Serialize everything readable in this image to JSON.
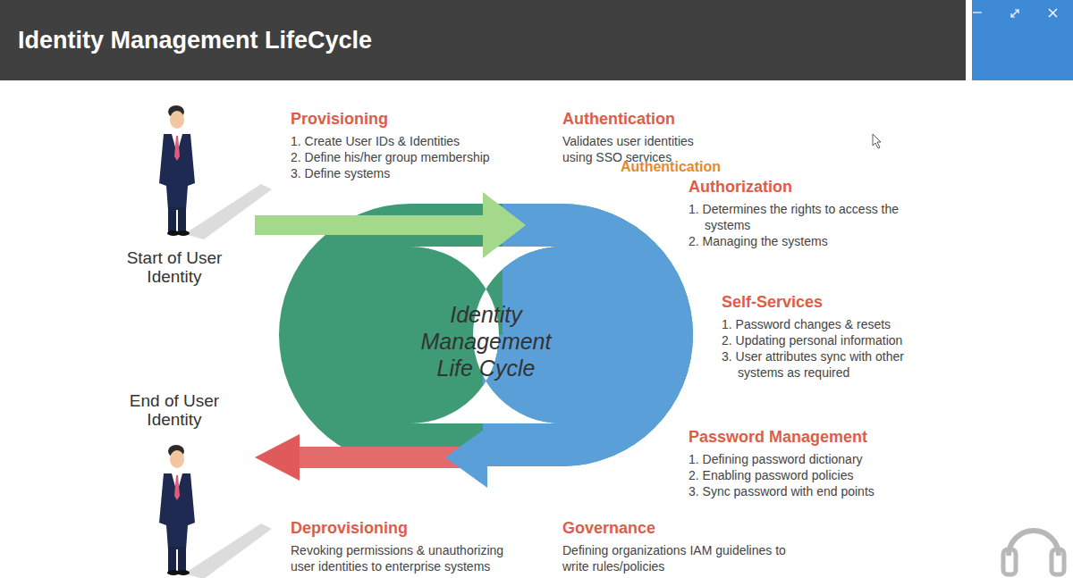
{
  "diagram": {
    "title": "Identity Management LifeCycle",
    "nodes": [
      {
        "text": [
          "Identity Management Life Cycle"
        ]
      }
    ],
    "labels": [
      "Start of User Identity",
      "Provisioning",
      "1. Create User IDs & Identities",
      "2. Define his/her group membership",
      "3. Define systems",
      "Authentication",
      "Validates user identities using SSO services",
      "Authentication",
      "Authorization",
      "1. Determines the rights to access the systems",
      "2. Managing the systems",
      "Self-Services",
      "1. Password changes & resets",
      "2. Updating personal information",
      "3. User attributes sync with other systems as required",
      "End of User Identity",
      "Password Management",
      "1. Defining password dictionary",
      "2. Enabling password policies",
      "3. Sync password with end points",
      "Deprovisioning",
      "Revoking permissions & unauthorizing user identities to enterprise systems",
      "Governance",
      "Defining organizations IAM guidelines to write rules/policies"
    ]
  }
}
